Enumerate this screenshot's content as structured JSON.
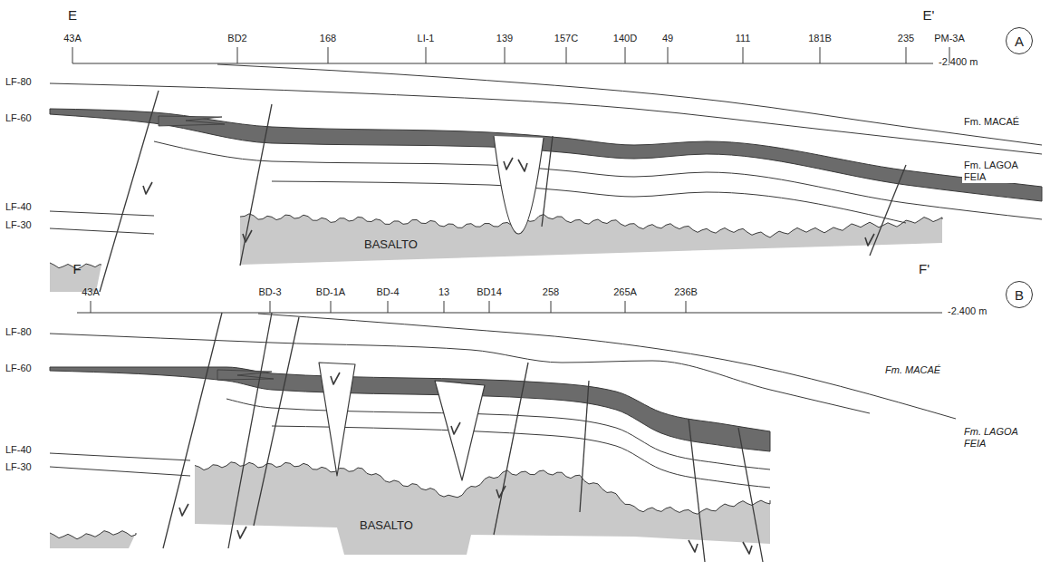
{
  "diagram": {
    "nodes": [
      {
        "text": [
          "A"
        ]
      },
      {
        "text": [
          "B"
        ]
      }
    ],
    "labels": [
      "E",
      "43A",
      "BD2",
      "168",
      "LI-1",
      "139",
      "157C",
      "140D",
      "49",
      "111",
      "181B",
      "235",
      "PM-3A",
      "E'",
      "-2.400 m",
      "LF-80",
      "LF-60",
      "LF-40",
      "LF-30",
      "Fm. MACAÉ",
      "Fm. LAGOA FEIA",
      "BASALTO",
      "F",
      "43A",
      "BD-3",
      "BD-1A",
      "BD-4",
      "13",
      "BD14",
      "258",
      "265A",
      "236B",
      "F'",
      "-2.400 m",
      "LF-80",
      "LF-60",
      "LF-40",
      "LF-30",
      "Fm. MACAÉ",
      "Fm. LAGOA FEIA",
      "BASALTO"
    ]
  }
}
